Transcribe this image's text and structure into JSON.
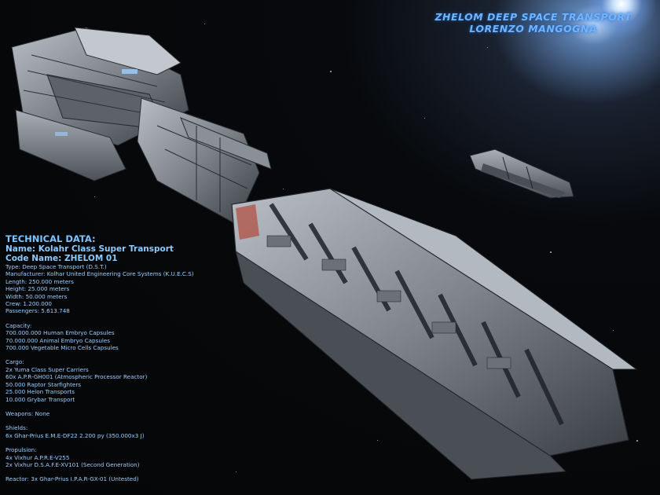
{
  "header": {
    "title": "ZHELOM DEEP SPACE TRANSPORT",
    "author": "LORENZO MANGOGNA"
  },
  "tech": {
    "heading": "TECHNICAL DATA:",
    "name": "Name: Kolahr Class Super Transport",
    "code": "Code Name: ZHELOM 01",
    "general": [
      "Type: Deep Space Transport (D.S.T.)",
      "Manufacturer: Kolhar United Engineering Core Systems (K.U.E.C.S)",
      "Length: 250.000 meters",
      "Height: 25.000 meters",
      "Width: 50.000 meters",
      "Crew: 1.200.000",
      "Passengers: 5.613.748"
    ],
    "capacity": {
      "label": "Capacity:",
      "items": [
        "700.000.000 Human Embryo Capsules",
        "70.000.000 Animal Embryo Capsules",
        "700.000 Vegetable Micro Cells Capsules"
      ]
    },
    "cargo": {
      "label": "Cargo:",
      "items": [
        "2x Yuma Class Super Carriers",
        "60x A.P.R-GH001 (Atmospheric Processor Reactor)",
        "50.000 Raptor Starfighters",
        "25.000 Helon Transports",
        "10.000 Grybar Transport"
      ]
    },
    "weapons": "Weapons: None",
    "shields": {
      "label": "Shields:",
      "items": [
        "6x Ghar-Prius E.M.E-DF22  2.200 py (350.000x3 J)"
      ]
    },
    "propulsion": {
      "label": "Propulsion:",
      "items": [
        "4x Vixhur A.P.R.E-V255",
        "2x Vixhur D.S.A.F.E-XV101 (Second Generation)"
      ]
    },
    "reactor": "Reactor: 3x Ghar-Prius I.P.A.R-GX-01 (Untested)"
  },
  "colors": {
    "text_blue": "#8fc8ff",
    "hull_light": "#9ea4aa",
    "hull_dark": "#3a3e44",
    "engine_glow": "#9fd0ff"
  },
  "icons": {
    "main_ship": "starship-illustration",
    "escort_ship": "small-starship-illustration"
  }
}
